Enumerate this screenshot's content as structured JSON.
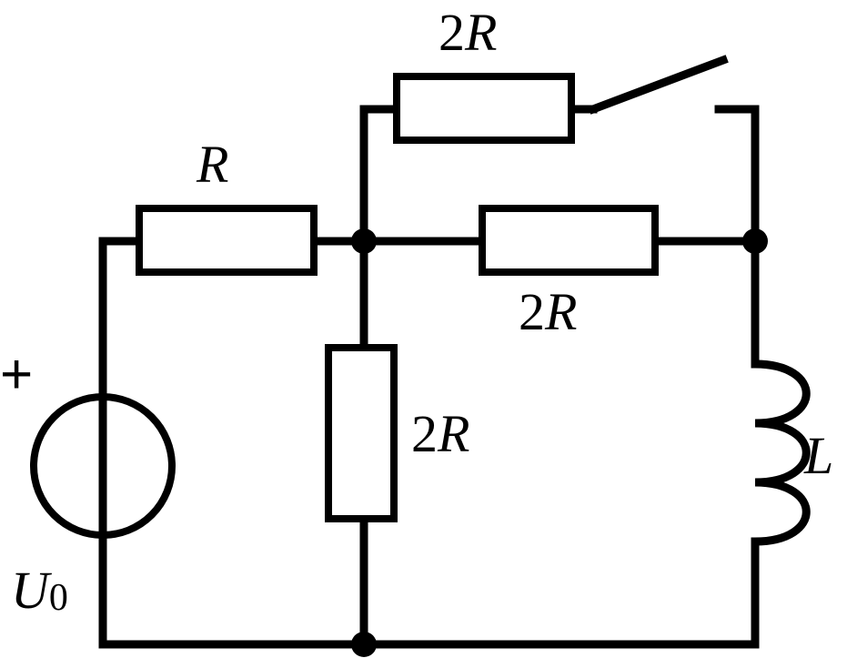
{
  "labels": {
    "source_plus": "+",
    "source_symbol": "U",
    "source_subscript": "0",
    "series_resistor_top": "R",
    "bridge_coef": "2",
    "bridge_symbol": "R",
    "switch_branch_coef": "2",
    "switch_branch_symbol": "R",
    "vertical_coef": "2",
    "vertical_symbol": "R",
    "inductor_symbol": "L"
  }
}
